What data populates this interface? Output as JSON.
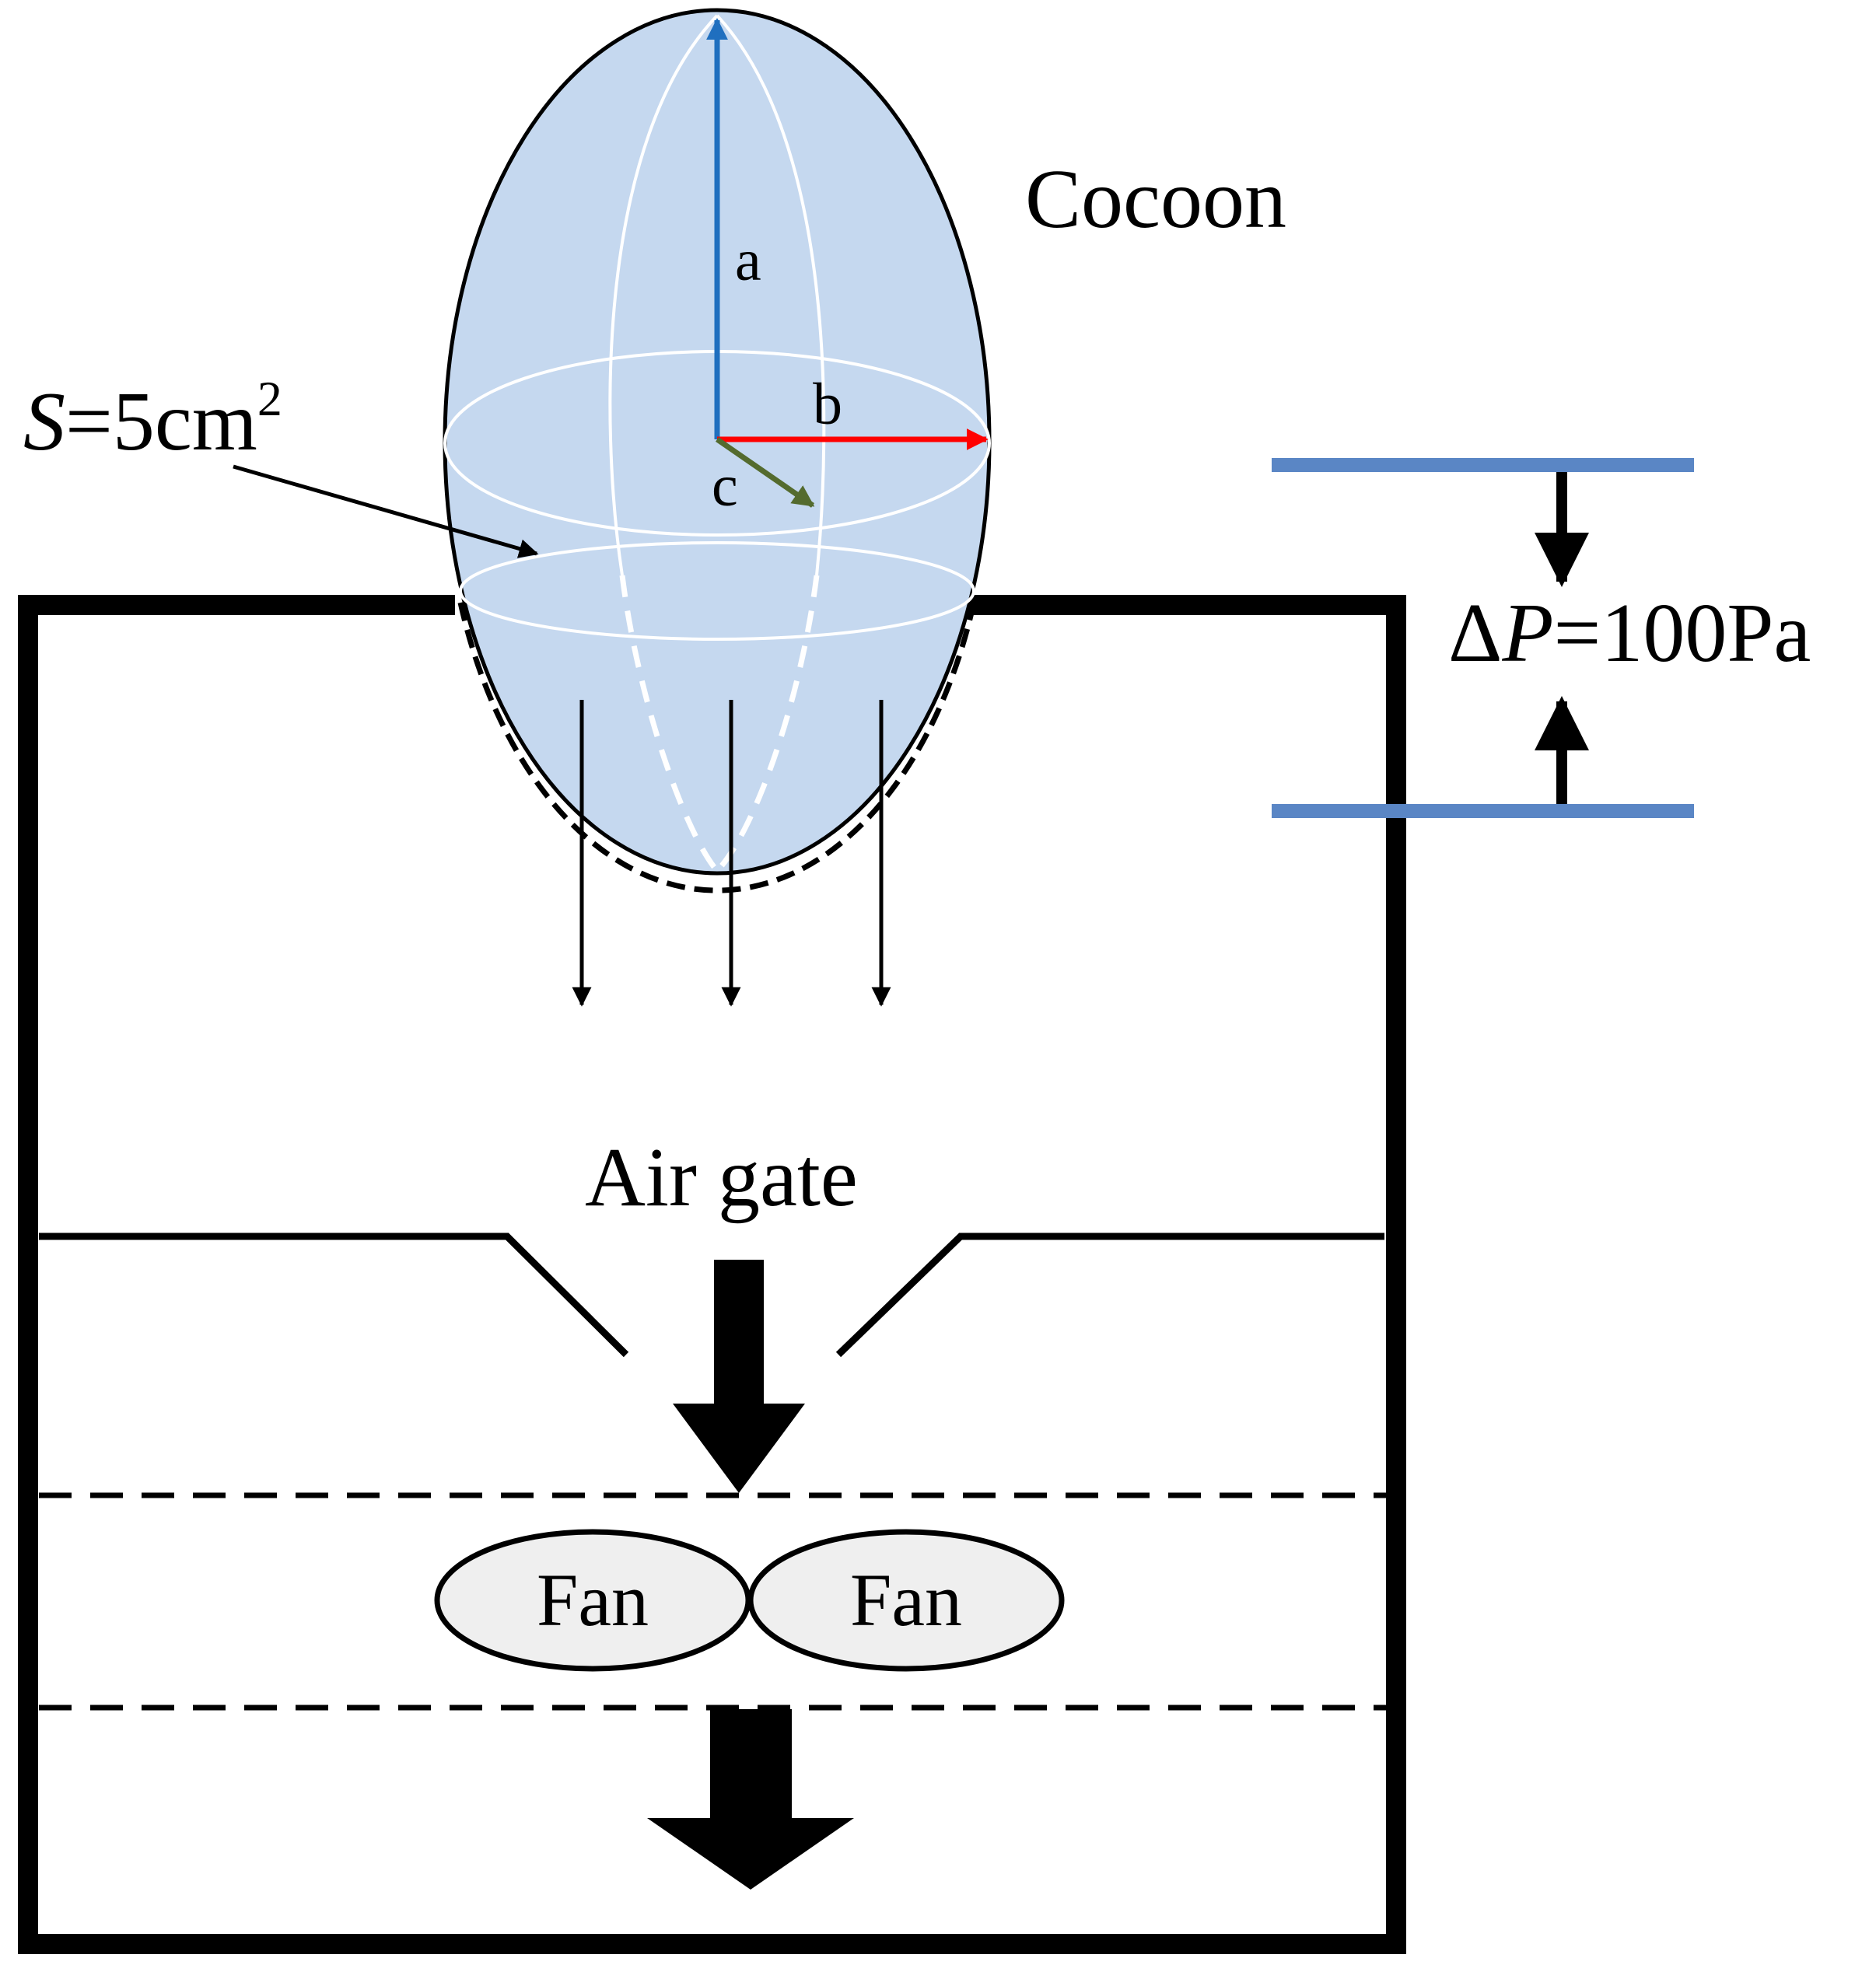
{
  "labels": {
    "cocoon": "Cocoon",
    "axis_a": "a",
    "axis_b": "b",
    "axis_c": "c",
    "area_var": "S",
    "area_eq": "=5cm",
    "area_exp": "2",
    "pressure_delta": "Δ",
    "pressure_var": "P",
    "pressure_eq": "=100Pa",
    "air_gate": "Air gate",
    "fan_left": "Fan",
    "fan_right": "Fan"
  },
  "colors": {
    "cocoon_fill": "#c5d8ef",
    "axis_a": "#1f6fbf",
    "axis_b": "#ff0000",
    "axis_c": "#546b2e",
    "pressure_line": "#5a86c5",
    "fan_fill": "#efefef"
  }
}
